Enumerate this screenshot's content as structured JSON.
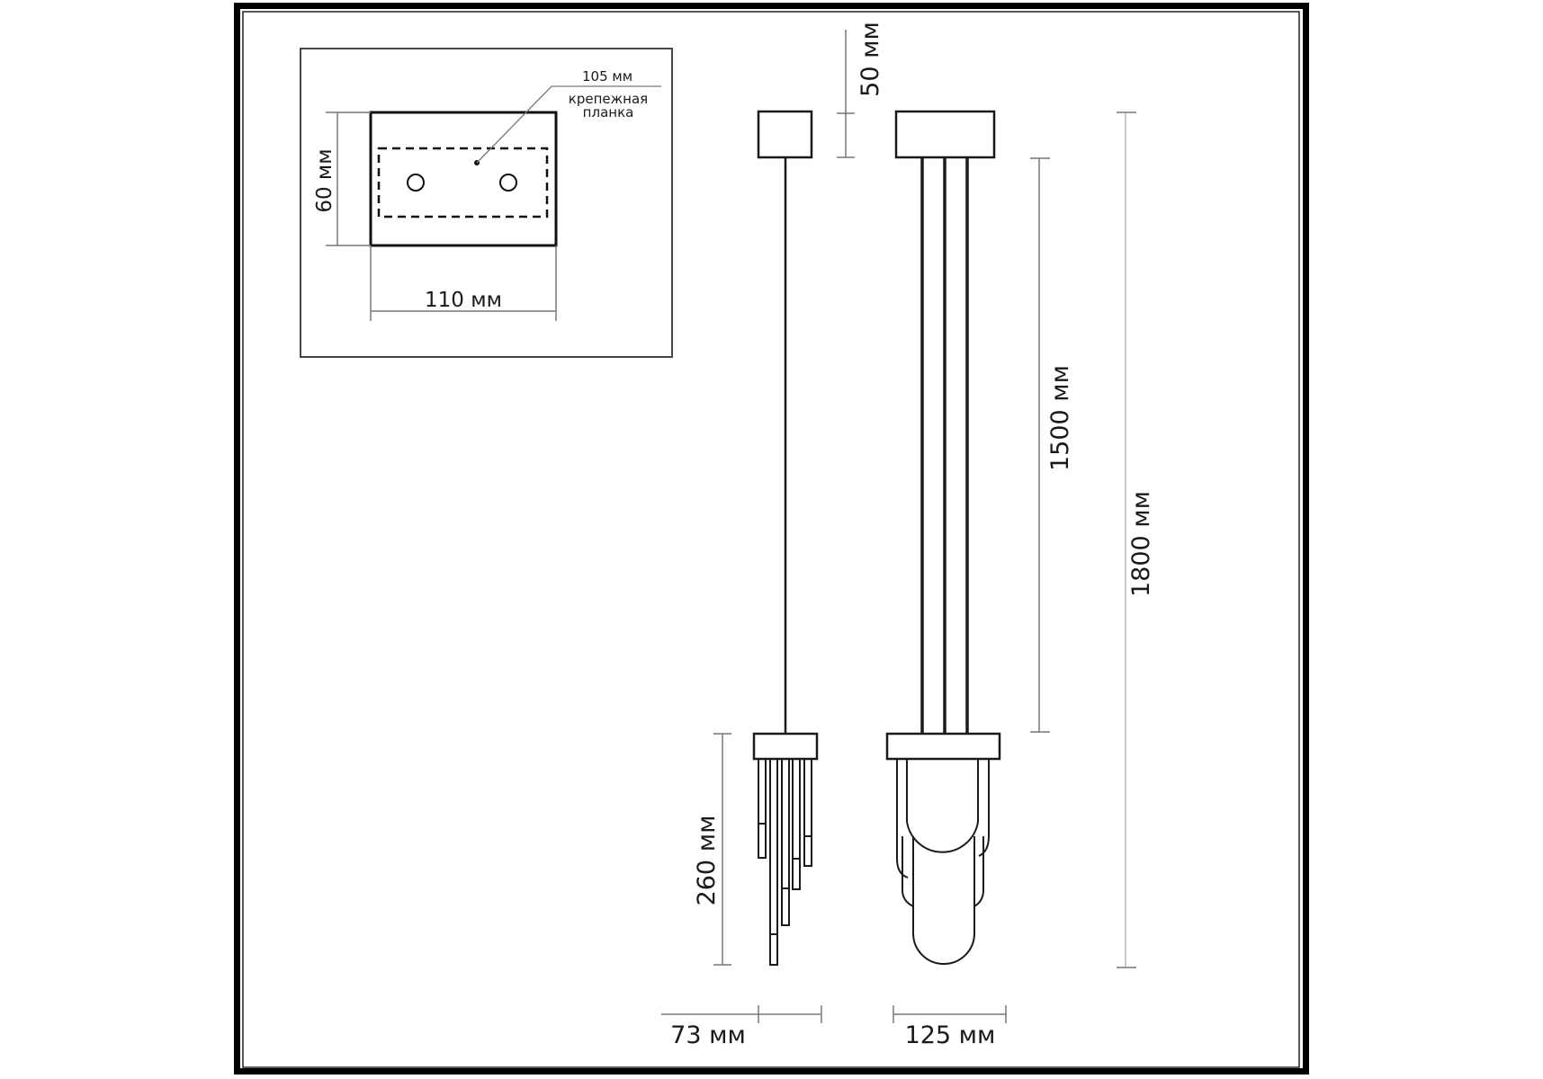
{
  "inset": {
    "plate_width": "105 мм",
    "plate_label_line1": "крепежная",
    "plate_label_line2": "планка",
    "height": "60 мм",
    "width": "110 мм"
  },
  "dimensions": {
    "canopy_height": "50 мм",
    "cable_length": "1500 мм",
    "total_height": "1800 мм",
    "shade_height": "260 мм",
    "side_width": "73 мм",
    "front_width": "125 мм"
  }
}
